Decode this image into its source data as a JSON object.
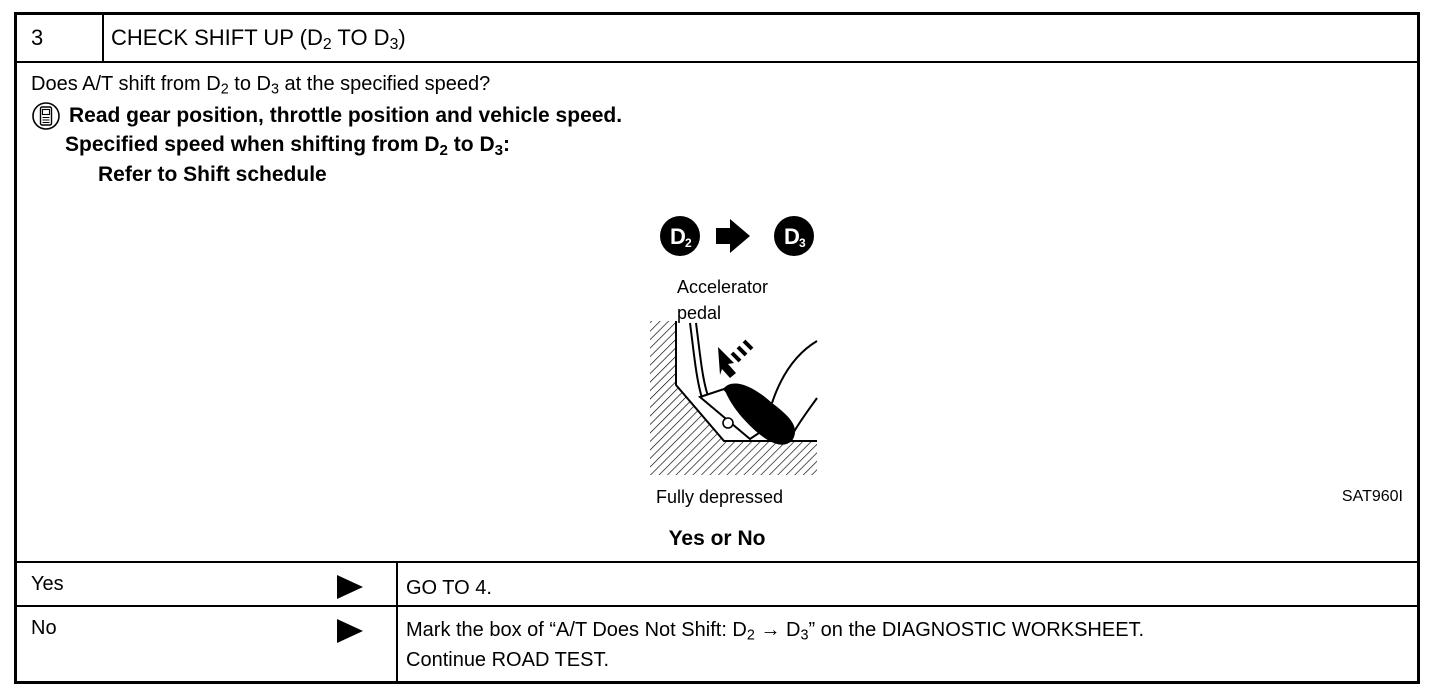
{
  "header": {
    "step": "3",
    "title_prefix": "CHECK SHIFT UP (D",
    "title_sub1": "2",
    "title_mid": " TO D",
    "title_sub2": "3",
    "title_suffix": ")"
  },
  "question": {
    "pre": "Does A/T shift from D",
    "sub1": "2",
    "mid": " to D",
    "sub2": "3",
    "post": " at the specified speed?"
  },
  "instruction": {
    "icon": "consult-icon",
    "line1": "Read gear position, throttle position and vehicle speed.",
    "line2_pre": "Specified speed when shifting from D",
    "line2_sub1": "2",
    "line2_mid": " to D",
    "line2_sub2": "3",
    "line2_post": ":",
    "line3": "Refer to Shift schedule"
  },
  "figure": {
    "badge_from": "D",
    "badge_from_sub": "2",
    "badge_to": "D",
    "badge_to_sub": "3",
    "label_line1": "Accelerator",
    "label_line2": "pedal",
    "caption": "Fully depressed",
    "code": "SAT960I"
  },
  "prompt": "Yes or No",
  "results": [
    {
      "label": "Yes",
      "action": "GO TO 4."
    },
    {
      "label": "No",
      "action_pre": "Mark the box of “A/T Does Not Shift: D",
      "action_sub1": "2",
      "action_arrow": " → D",
      "action_sub2": "3",
      "action_post": "” on the DIAGNOSTIC WORKSHEET.",
      "action_line2": "Continue ROAD TEST."
    }
  ]
}
